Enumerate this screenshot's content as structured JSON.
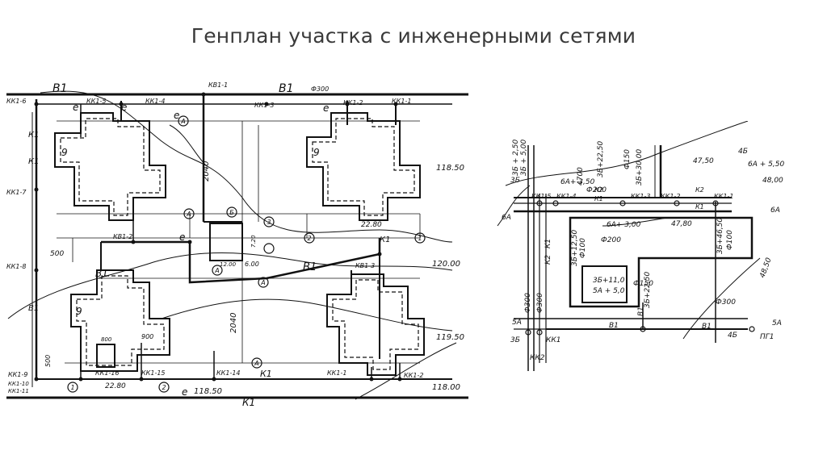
{
  "slide": {
    "title": "Генплан участка с инженерными сетями"
  },
  "plan_a": {
    "labels": {
      "b1_left": "В1",
      "b1_right": "В1",
      "kv1_1": "КВ1-1",
      "d300": "Ф300",
      "kk1_6": "КК1-6",
      "kk1_5": "КК1-5",
      "kk1_4": "КК1-4",
      "kk1_3": "КК1-3",
      "kk1_2_top": "КК1-2",
      "kk1_1_top": "КК1-1",
      "kk1_7": "КК1-7",
      "kk1_8": "КК1-8",
      "kk1_9": "КК1-9",
      "kk1_10": "КК1-10",
      "kk1_11": "КК1-11",
      "kk1_16": "КК1-16",
      "kk1_15": "КК1-15",
      "kk1_14": "КК1-14",
      "kk1_1_bot": "КК1-1",
      "kk1_2_bot": "КК1-2",
      "kb1_2": "КВ1-2",
      "kb1_3": "КВ1-3",
      "k1_bottom": "К1",
      "k1_right": "К1",
      "k1_left": "К1",
      "b1_mid": "В1",
      "b1_mid2": "В1",
      "b1_vert": "В1",
      "k1_vert_top": "К1",
      "k1_vert": "К1",
      "e1": "е",
      "e2": "е",
      "e3": "е",
      "e4": "е",
      "e5": "е",
      "e6": "е",
      "h_118_50": "118.50",
      "h_119_50": "119.50",
      "h_120_00": "120.00",
      "h_118_00": "118.00",
      "h_118_50b": "118.50",
      "d_2040a": "2040",
      "d_2040b": "2040",
      "d_2280a": "22.80",
      "d_2280b": "22.80",
      "d_500a": "500",
      "d_500b": "500",
      "d_900": "900",
      "d_600": "6.00",
      "d_800": "800",
      "d_720": "7.20",
      "d_1200": "12.00",
      "bld_9a": "9",
      "bld_9b": "9",
      "bld_9c": "9",
      "c_a1": "А",
      "c_a2": "А",
      "c_a3": "А",
      "c_a4": "А",
      "c_a5": "А",
      "c_b1": "Б",
      "c_n3": "3",
      "c_n1a": "1",
      "c_n1b": "1",
      "c_n2a": "2",
      "c_n2b": "2"
    }
  },
  "plan_b": {
    "labels": {
      "l_3b_top": "3Б",
      "l_3b_250": "3Б + 2,50",
      "l_3b_500": "3Б + 5,00",
      "l_6a_350": "6А+ 3,50",
      "l_4700": "4700",
      "l_3b_2250": "3Б+22,50",
      "l_d200": "Ф200",
      "l_d150": "Ф150",
      "l_3b_3000": "3Б+30,00",
      "l_4750": "47,50",
      "l_4b_top": "4Б",
      "l_6a_550": "6А + 5,50",
      "l_4800": "48,00",
      "l_kk1_5": "КК1-5",
      "l_kk1_4": "КК1-4",
      "l_kk1_3": "КК1-3",
      "l_kk1_2": "КК1-2",
      "l_kk1_1": "КК1-1",
      "l_k2a": "К2",
      "l_k2b": "К2",
      "l_k1a": "К1",
      "l_k1b": "К1",
      "l_6a_left": "6А",
      "l_6a_right": "6А",
      "l_6a_300": "6А+ 3,00",
      "l_d200b": "Ф200",
      "l_4780": "47,80",
      "l_3b_1250": "3Б+12,50",
      "l_d100a": "Ф100",
      "l_3b_4650": "3Б+46,50",
      "l_d100b": "Ф100",
      "l_4850": "48,50",
      "l_k2_vert": "К2",
      "l_k1_vert": "К1",
      "l_3b_110": "3Б+11,0",
      "l_5a_50": "5А + 5,0",
      "l_d150b": "Ф150",
      "l_3b_2250b": "3Б+22,50",
      "l_d300a": "Ф300",
      "l_d300b": "Ф300",
      "l_d300c": "Ф300",
      "l_5a_left": "5А",
      "l_5a_right": "5А",
      "l_b1a": "В1",
      "l_b1b": "В1",
      "l_b1_vert": "В1",
      "l_3b_bot": "3Б",
      "l_kk1": "КК1",
      "l_kk2": "КК2",
      "l_4b_bot": "4Б",
      "l_pg1": "ПГ1"
    }
  }
}
